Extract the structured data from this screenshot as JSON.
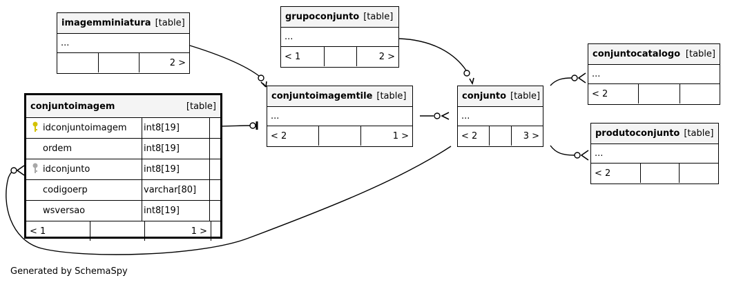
{
  "tables": {
    "imagemminiatura": {
      "name": "imagemminiatura",
      "type": "[table]",
      "dots": "...",
      "footer": [
        "",
        "",
        "2 >"
      ]
    },
    "grupoconjunto": {
      "name": "grupoconjunto",
      "type": "[table]",
      "dots": "...",
      "footer": [
        "< 1",
        "",
        "2 >"
      ]
    },
    "conjuntocatalogo": {
      "name": "conjuntocatalogo",
      "type": "[table]",
      "dots": "...",
      "footer": [
        "< 2",
        "",
        ""
      ]
    },
    "conjuntoimagemtile": {
      "name": "conjuntoimagemtile",
      "type": "[table]",
      "dots": "...",
      "footer": [
        "< 2",
        "",
        "1 >"
      ]
    },
    "conjunto": {
      "name": "conjunto",
      "type": "[table]",
      "dots": "...",
      "footer": [
        "< 2",
        "",
        "3 >"
      ]
    },
    "produtoconjunto": {
      "name": "produtoconjunto",
      "type": "[table]",
      "dots": "...",
      "footer": [
        "< 2",
        "",
        ""
      ]
    },
    "conjuntoimagem": {
      "name": "conjuntoimagem",
      "type": "[table]",
      "columns": [
        {
          "name": "idconjuntoimagem",
          "type": "int8[19]",
          "key": "primary"
        },
        {
          "name": "ordem",
          "type": "int8[19]",
          "key": ""
        },
        {
          "name": "idconjunto",
          "type": "int8[19]",
          "key": "foreign"
        },
        {
          "name": "codigoerp",
          "type": "varchar[80]",
          "key": ""
        },
        {
          "name": "wsversao",
          "type": "int8[19]",
          "key": ""
        }
      ],
      "footer": [
        "< 1",
        "",
        "1 >"
      ]
    }
  },
  "colors": {
    "primary_key": "#d4c200",
    "foreign_key": "#a8a8a8",
    "header_bg": "#f4f4f4"
  },
  "footer_text": "Generated by SchemaSpy"
}
